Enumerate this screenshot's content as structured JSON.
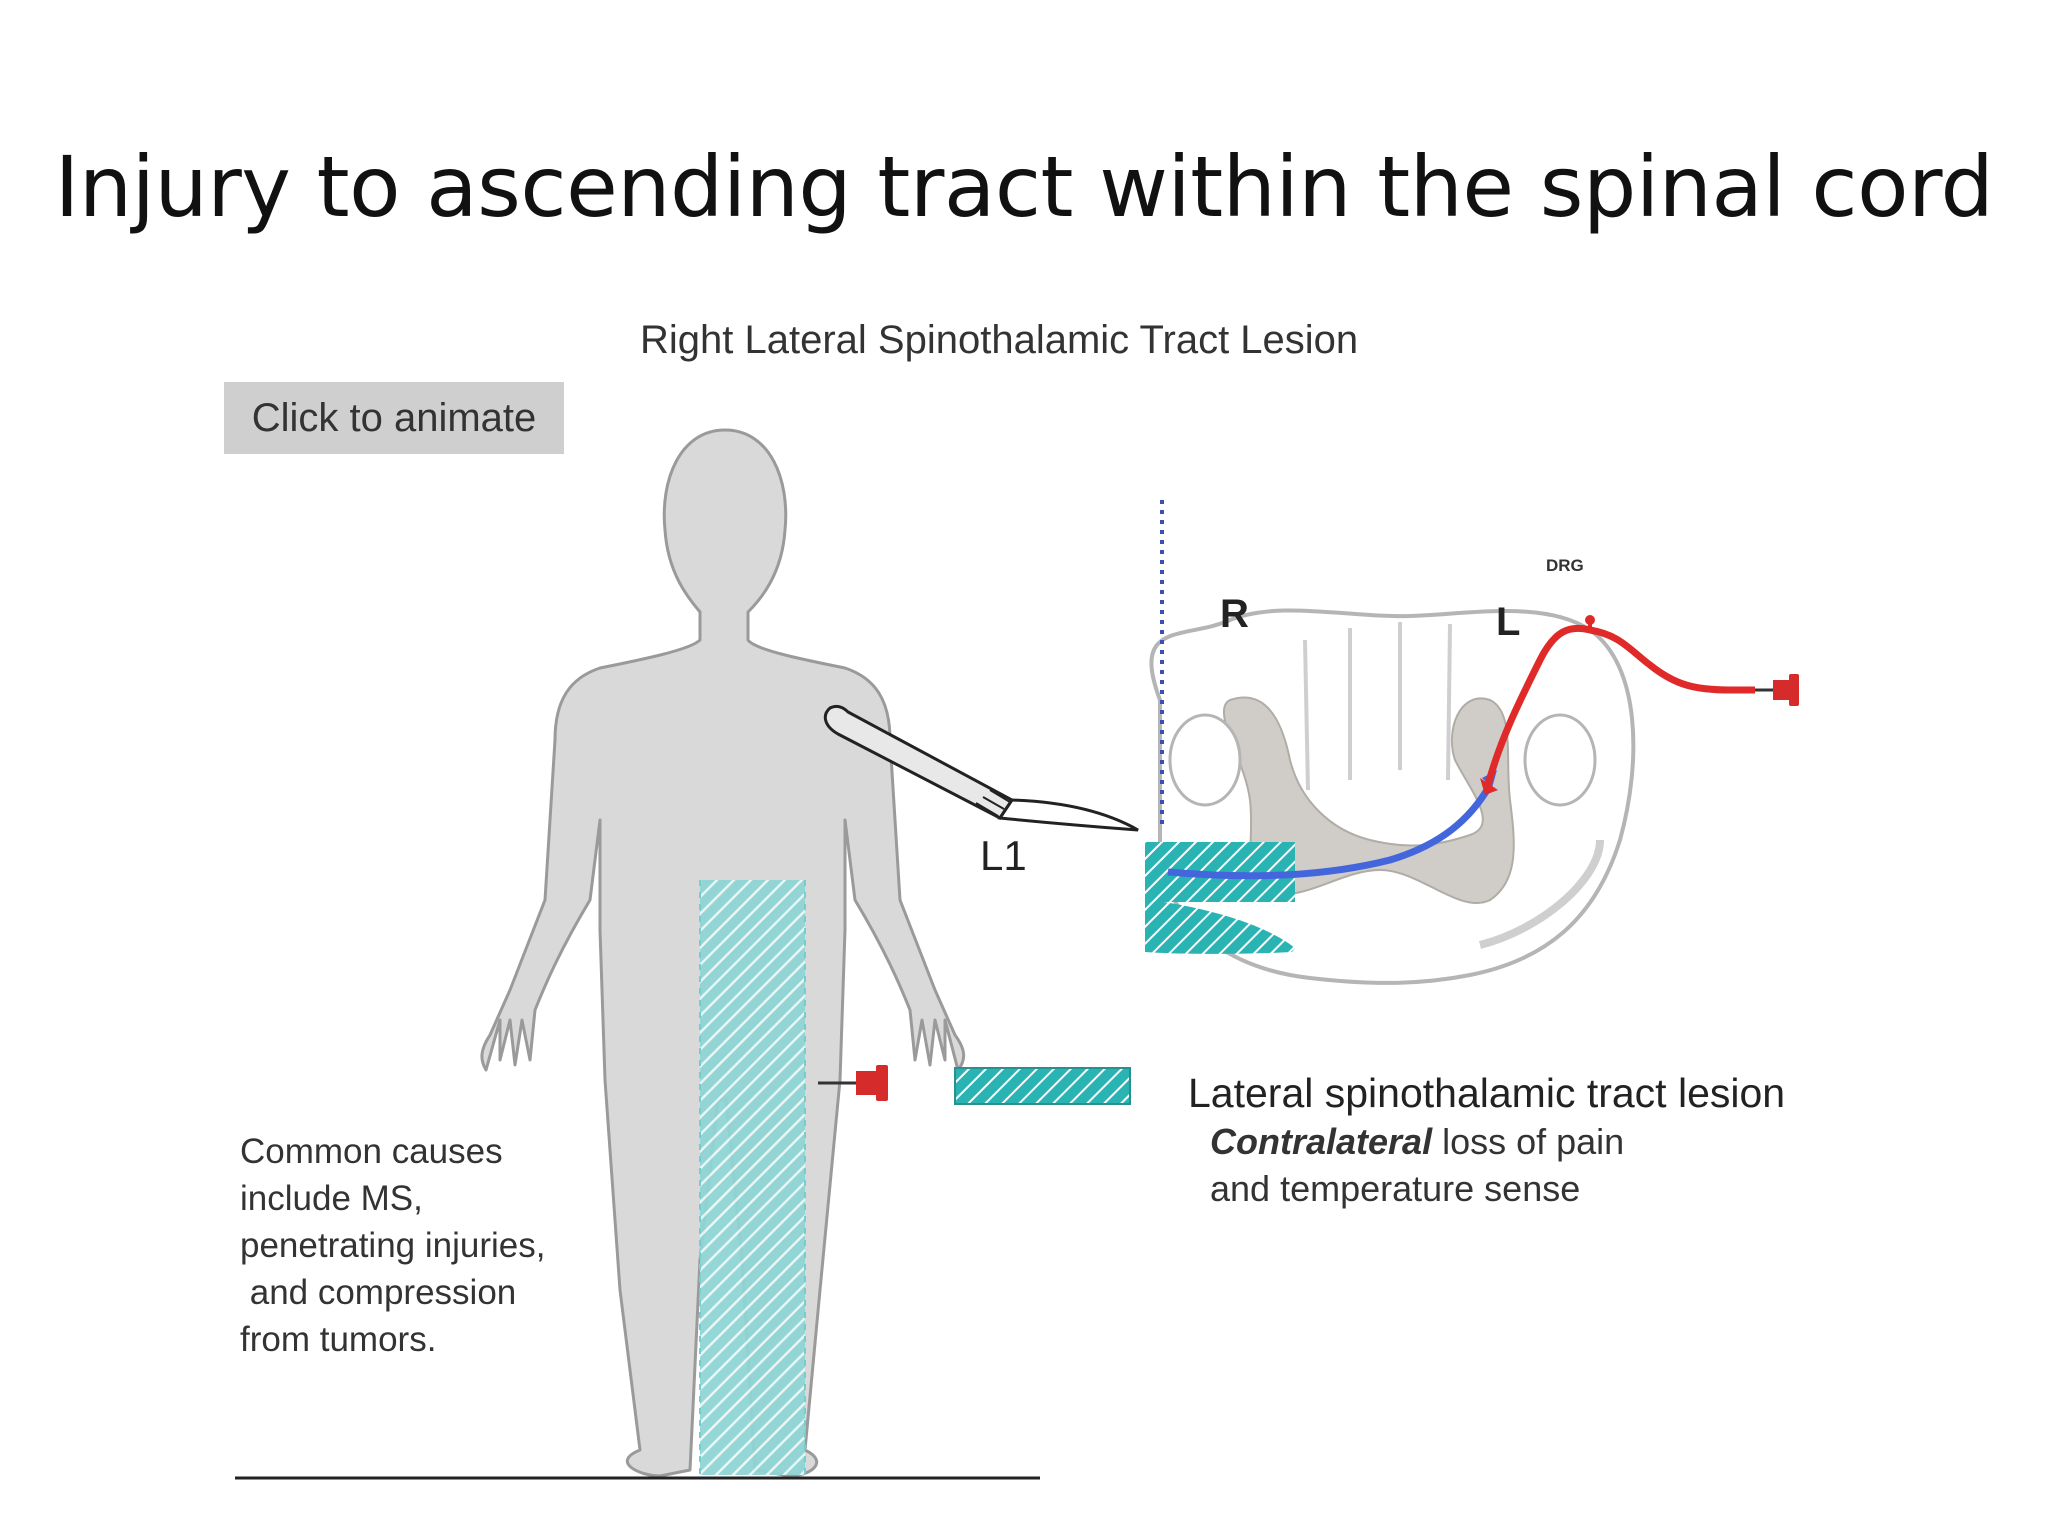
{
  "slide": {
    "title": "Injury to ascending tract within the spinal cord"
  },
  "figure": {
    "title": "Right Lateral Spinothalamic Tract Lesion",
    "animate_button": "Click to animate",
    "labels": {
      "level": "L1",
      "right_side": "R",
      "left_side": "L",
      "drg": "DRG"
    },
    "legend": {
      "title": "Lateral spinothalamic tract lesion",
      "emphasis": "Contralateral",
      "line1_rest": " loss of pain",
      "line2": "and temperature sense"
    },
    "causes": [
      "Common causes",
      "include MS,",
      "penetrating injuries,",
      " and compression",
      "from tumors."
    ]
  },
  "colors": {
    "body": "#d9d9d9",
    "lesion": "#2ab3b3",
    "ascending_fiber": "#4466dd",
    "afferent_fiber": "#e02a2a",
    "pushpin": "#d62b2b"
  },
  "icons": [
    "scalpel-icon",
    "pushpin-icon"
  ]
}
